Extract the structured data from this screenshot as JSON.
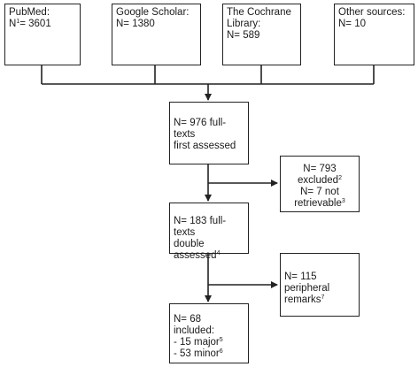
{
  "sources": [
    {
      "label": "PubMed:",
      "count": "N",
      "note": "1",
      "value": "= 3601"
    },
    {
      "label": "Google Scholar:",
      "count": "N= 1380"
    },
    {
      "label": "The Cochrane",
      "label2": "Library:",
      "count": "N= 589"
    },
    {
      "label": "Other sources:",
      "count": "N= 10"
    }
  ],
  "first_assessed": {
    "line1": "N= 976 full-texts",
    "line2": "first assessed"
  },
  "excluded": {
    "line1": "N= 793 excluded",
    "line1_note": "2",
    "line2": "N= 7 not",
    "line3": "retrievable",
    "line3_note": "3"
  },
  "double_assessed": {
    "line1": "N= 183 full-texts",
    "line2": "double assessed",
    "line2_note": "4"
  },
  "peripheral": {
    "line1": "N= 115 peripheral",
    "line2": "remarks",
    "line2_note": "7"
  },
  "included": {
    "line1": "N= 68 included:",
    "line2": "- 15 major",
    "line2_note": "5",
    "line3": "- 53 minor",
    "line3_note": "6"
  }
}
